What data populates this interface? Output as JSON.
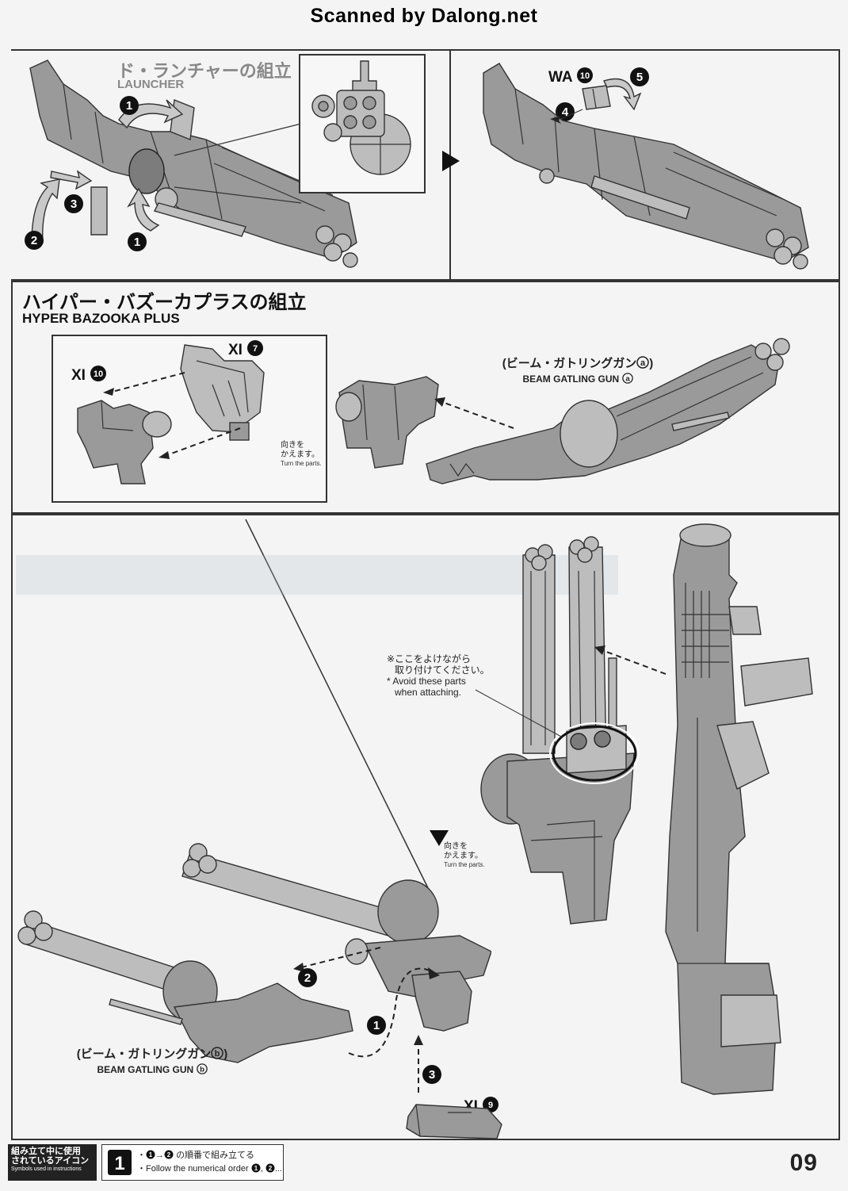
{
  "header": {
    "scan_label": "Scanned by Dalong.net"
  },
  "panel1": {
    "title_fragment": "ド・ランチャーの組立",
    "subtitle_fragment": "LAUNCHER",
    "steps": [
      "1",
      "2",
      "3",
      "1"
    ]
  },
  "panel2": {
    "part_label_prefix": "WA",
    "part_label_num": "10",
    "steps": [
      "4",
      "5"
    ]
  },
  "section_bazooka": {
    "title_ja": "ハイパー・バズーカプラスの組立",
    "title_en": "HYPER BAZOOKA PLUS",
    "parts": [
      {
        "prefix": "XI",
        "num": "10"
      },
      {
        "prefix": "XI",
        "num": "7"
      }
    ],
    "turn_note_ja_line1": "向きを",
    "turn_note_ja_line2": "かえます。",
    "turn_note_en": "Turn the parts.",
    "gun_a_ja": "(ビーム・ガトリングガン",
    "gun_a_en": "BEAM GATLING GUN",
    "gun_a_mark": "a"
  },
  "section_lower": {
    "avoid_note_ja_line1": "※ここをよけながら",
    "avoid_note_ja_line2": "取り付けてください。",
    "avoid_note_en_line1": "* Avoid these parts",
    "avoid_note_en_line2": "when attaching.",
    "turn_note_ja_line1": "向きを",
    "turn_note_ja_line2": "かえます。",
    "turn_note_en": "Turn the parts.",
    "gun_b_ja": "(ビーム・ガトリングガン",
    "gun_b_en": "BEAM GATLING GUN",
    "gun_b_mark": "b",
    "part_label_prefix": "XI",
    "part_label_num": "9",
    "steps": [
      "2",
      "1",
      "3"
    ]
  },
  "footer": {
    "legend_ja_line1": "組み立て中に使用",
    "legend_ja_line2": "されているアイコン",
    "legend_en": "Symbols used in instructions",
    "icon_num": "1",
    "rule_ja": "の順番で組み立てる",
    "rule_en": "Follow the numerical order",
    "page_number": "09"
  }
}
